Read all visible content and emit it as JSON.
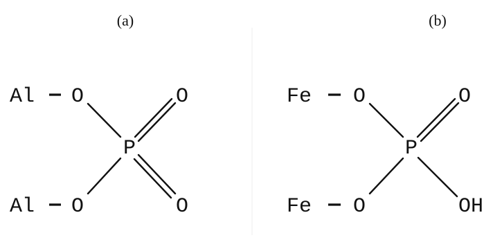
{
  "panels": [
    {
      "label": "(a)",
      "metal_top": "Al",
      "metal_bottom": "Al",
      "bridge_top": "O",
      "bridge_bottom": "O",
      "center": "P",
      "terminal_top": "O",
      "terminal_bottom": "O"
    },
    {
      "label": "(b)",
      "metal_top": "Fe",
      "metal_bottom": "Fe",
      "bridge_top": "O",
      "bridge_bottom": "O",
      "center": "P",
      "terminal_top": "O",
      "terminal_bottom": "OH"
    }
  ]
}
